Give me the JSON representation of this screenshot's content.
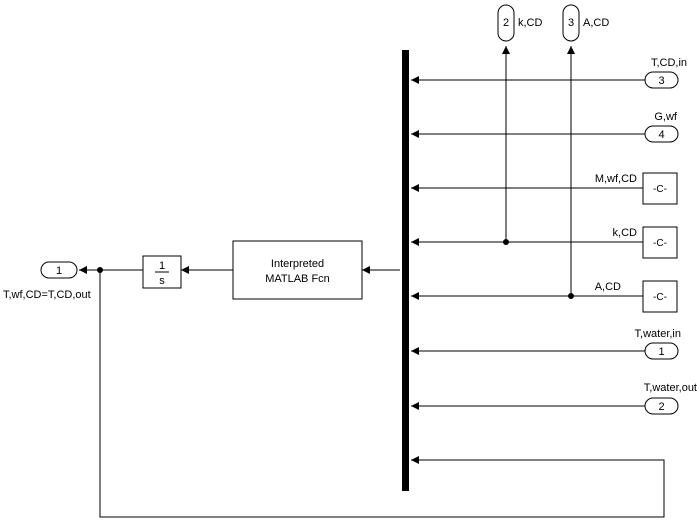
{
  "inports": [
    {
      "number": "3",
      "label": "T,CD,in"
    },
    {
      "number": "4",
      "label": "G,wf"
    },
    {
      "number": "1",
      "label": "T,water,in"
    },
    {
      "number": "2",
      "label": "T,water,out"
    }
  ],
  "constants": [
    {
      "value": "-C-",
      "label": "M,wf,CD"
    },
    {
      "value": "-C-",
      "label": "k,CD"
    },
    {
      "value": "-C-",
      "label": "A,CD"
    }
  ],
  "top_outports": [
    {
      "number": "2",
      "label": "k,CD"
    },
    {
      "number": "3",
      "label": "A,CD"
    }
  ],
  "left_outport": {
    "number": "1",
    "label": "T,wf,CD=T,CD,out"
  },
  "matlab_fcn": {
    "line1": "Interpreted",
    "line2": "MATLAB Fcn"
  },
  "integrator": {
    "numerator": "1",
    "denominator": "s"
  }
}
